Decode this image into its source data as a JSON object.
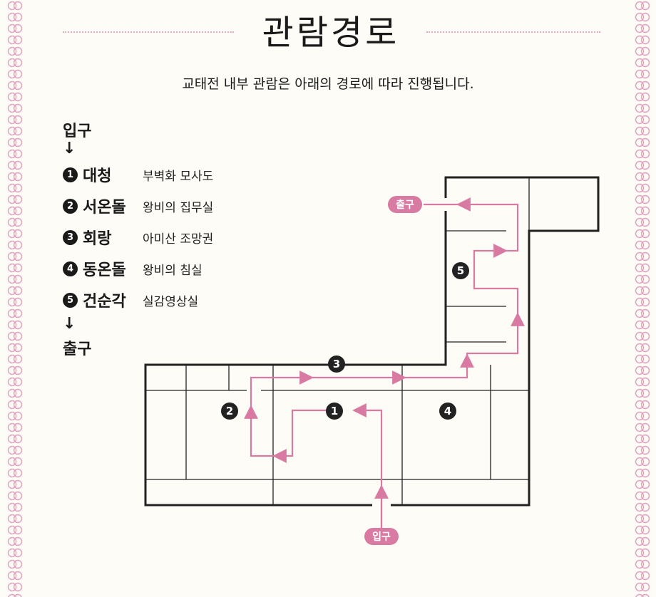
{
  "title": "관람경로",
  "subtitle": "교태전 내부 관람은 아래의 경로에 따라 진행됩니다.",
  "route": {
    "entrance": "입구",
    "exit": "출구",
    "arrow": "↓",
    "items": [
      {
        "num": "1",
        "name": "대청",
        "desc": "부벽화 모사도"
      },
      {
        "num": "2",
        "name": "서온돌",
        "desc": "왕비의 집무실"
      },
      {
        "num": "3",
        "name": "회랑",
        "desc": "아미산 조망권"
      },
      {
        "num": "4",
        "name": "동온돌",
        "desc": "왕비의 침실"
      },
      {
        "num": "5",
        "name": "건순각",
        "desc": "실감영상실"
      }
    ]
  },
  "map": {
    "entrance_tag": "입구",
    "exit_tag": "출구",
    "markers": [
      "1",
      "2",
      "3",
      "4",
      "5"
    ]
  },
  "colors": {
    "accent": "#d97aa2",
    "route_line": "#d97aa2",
    "wall": "#222222",
    "border": "#e7a9c4"
  }
}
